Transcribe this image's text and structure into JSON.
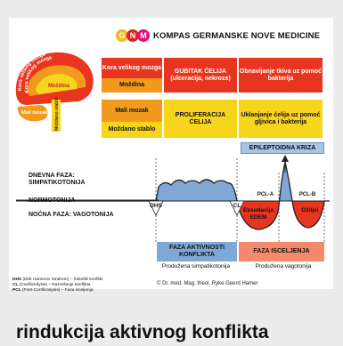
{
  "header": {
    "logo_letters": [
      "G",
      "N",
      "M"
    ],
    "title": "KOMPAS GERMANSKE NOVE MEDICINE"
  },
  "brain": {
    "arc_outer": "Kora velikog mozga",
    "arc_inner": "Kora velikog mozga",
    "mozdina": "Moždina",
    "mali_mozak": "Mali mozak",
    "mozdano_stablo": "Moždano stablo"
  },
  "table": {
    "row1_col1_top": "Kora velikog mozga",
    "row1_col1_bottom": "Moždina",
    "row1_col2": "GUBITAK ĆELIJA (ulceracija, nekroza)",
    "row1_col3": "Obnavljanje tkiva uz pomoć bakterija",
    "row2_col1_top": "Mali mozak",
    "row2_col1_bottom": "Moždano stablo",
    "row2_col2": "PROLIFERACIJA ĆELIJA",
    "row2_col3": "Uklanjanje ćelija uz pomoć gljivica i bakterija"
  },
  "chart": {
    "epileptoid_crisis": "EPILEPTOIDNA KRIZA",
    "day_phase": "DNEVNA FAZA: SIMPATIKOTONIJA",
    "normotonia": "NORMOTONIJA",
    "night_phase": "NOĆNA FAZA: VAGOTONIJA",
    "dhs": "DHS",
    "cl": "CL",
    "pcl_a": "PCL-A",
    "pcl_b": "PCL-B",
    "exudation": "Eksudacija EDEM",
    "scars": "Ožiljci",
    "phase_conflict": "FAZA AKTIVNOSTI KONFLIKTA",
    "phase_healing": "FAZA ISCELJENJA",
    "prolonged_sym": "Produžena simpatikotonija",
    "prolonged_vag": "Produžena vagotonija"
  },
  "legend": {
    "line1_abbr": "DHS",
    "line1_text": "(Dirk Hamerov Sindrom) – Šokoliki konflikt",
    "line2_abbr": "CL",
    "line2_text": "(Conflictolysis) – Razrešenje konflikta",
    "line3_abbr": "PCL",
    "line3_text": "(Post-Conflictolysis) – Faza isceljenja"
  },
  "copyright": "© Dr. med. Mag. theol. Ryke Geerd Hamer",
  "footer_text": "rindukcija aktivnog konflikta",
  "colors": {
    "red": "#e8351f",
    "orange": "#f29a1e",
    "yellow": "#f7d51d",
    "blue": "#7fa8d6",
    "salmon": "#f5896b",
    "logo_yellow": "#f3b81c",
    "logo_magenta": "#d8127a",
    "logo_red": "#e2231a"
  }
}
